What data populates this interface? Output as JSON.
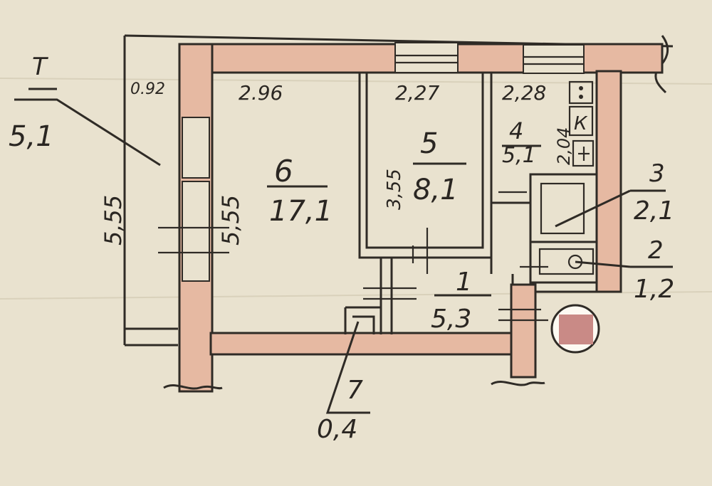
{
  "rooms": [
    {
      "id": "1",
      "number": "1",
      "area": "5,3"
    },
    {
      "id": "2",
      "number": "2",
      "area": "1,2"
    },
    {
      "id": "3",
      "number": "3",
      "area": "2,1"
    },
    {
      "id": "4",
      "number": "4",
      "area": "5,1"
    },
    {
      "id": "5",
      "number": "5",
      "area": "8,1"
    },
    {
      "id": "6",
      "number": "6",
      "area": "17,1"
    },
    {
      "id": "7",
      "number": "7",
      "area": "0,4"
    },
    {
      "id": "T",
      "number": "Т",
      "area": "5,1"
    }
  ],
  "dimensions": {
    "balcony_width": "0.92",
    "room6_width": "2.96",
    "room5_width": "2,27",
    "kitchen_width": "2,28",
    "balcony_length": "5,55",
    "room6_length": "5,55",
    "room5_length": "3,55",
    "kitchen_length": "2,04"
  },
  "stove_icon_letter": "К",
  "colors": {
    "paper": "#e9e2cf",
    "wall_fill": "#e6b9a2",
    "ink": "#2f2b26",
    "stamp": "#c98a86"
  }
}
